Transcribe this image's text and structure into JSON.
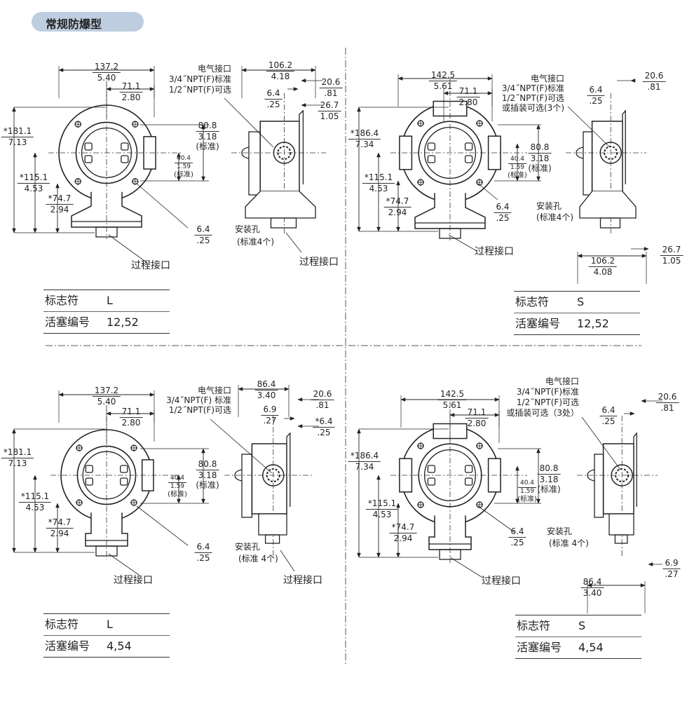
{
  "title": "常规防爆型",
  "panels": [
    {
      "front": {
        "width": "137.2",
        "width_in": "5.40",
        "half": "71.1",
        "half_in": "2.80",
        "h1": "*181.1",
        "h1_in": "7.13",
        "h2": "*115.1",
        "h2_in": "4.53",
        "h3": "*74.7",
        "h3_in": "2.94",
        "bolt": "80.8",
        "bolt_in": "3.18",
        "bolt_note": "(标准)",
        "conn": "40.4",
        "conn_in": "1.59",
        "conn_note": "(标准)",
        "hole": "6.4",
        "hole_in": ".25",
        "hole_label": "安装孔",
        "hole_note": "(标准4个)",
        "process": "过程接口"
      },
      "electrical": [
        "电气接口",
        "3/4˝NPT(F)标准",
        "1/2˝NPT(F)可选"
      ],
      "side": {
        "depth": "106.2",
        "depth_in": "4.18",
        "a": "6.4",
        "a_in": ".25",
        "b": "20.6",
        "b_in": ".81",
        "c": "26.7",
        "c_in": "1.05",
        "process": "过程接口"
      },
      "table": {
        "symbol_label": "标志符",
        "symbol": "L",
        "piston_label": "活塞编号",
        "piston": "12,52"
      }
    },
    {
      "front": {
        "width": "142.5",
        "width_in": "5.61",
        "half": "71.1",
        "half_in": "2.80",
        "h1": "*186.4",
        "h1_in": "7.34",
        "h2": "*115.1",
        "h2_in": "4.53",
        "h3": "*74.7",
        "h3_in": "2.94",
        "bolt": "80.8",
        "bolt_in": "3.18",
        "bolt_note": "(标准)",
        "conn": "40.4",
        "conn_in": "1.59",
        "conn_note": "(标准)",
        "hole": "6.4",
        "hole_in": ".25",
        "hole_label": "安装孔",
        "hole_note": "(标准4个)",
        "process": "过程接口"
      },
      "electrical": [
        "电气接口",
        "3/4˝NPT(F)标准",
        "1/2˝NPT(F)可选",
        "或插装可选(3个)"
      ],
      "side": {
        "a": "6.4",
        "a_in": ".25",
        "b": "20.6",
        "b_in": ".81",
        "c": "26.7",
        "c_in": "1.05",
        "depth": "106.2",
        "depth_in": "4.08"
      },
      "table": {
        "symbol_label": "标志符",
        "symbol": "S",
        "piston_label": "活塞编号",
        "piston": "12,52"
      }
    },
    {
      "front": {
        "width": "137.2",
        "width_in": "5.40",
        "half": "71.1",
        "half_in": "2.80",
        "h1": "*181.1",
        "h1_in": "7.13",
        "h2": "*115.1",
        "h2_in": "4.53",
        "h3": "*74.7",
        "h3_in": "2.94",
        "bolt": "80.8",
        "bolt_in": "3.18",
        "bolt_note": "(标准)",
        "conn": "40.4",
        "conn_in": "1.59",
        "conn_note": "(标准)",
        "hole": "6.4",
        "hole_in": ".25",
        "hole_label": "安装孔",
        "hole_note": "(标准 4个)",
        "process": "过程接口"
      },
      "electrical": [
        "电气接口",
        "3/4˝NPT(F) 标准",
        "1/2˝NPT(F)可选"
      ],
      "side": {
        "depth": "86.4",
        "depth_in": "3.40",
        "a": "6.9",
        "a_in": ".27",
        "b": "20.6",
        "b_in": ".81",
        "c": "*6.4",
        "c_in": ".25",
        "process": "过程接口"
      },
      "table": {
        "symbol_label": "标志符",
        "symbol": "L",
        "piston_label": "活塞编号",
        "piston": "4,54"
      }
    },
    {
      "front": {
        "width": "142.5",
        "width_in": "5.61",
        "half": "71.1",
        "half_in": "2.80",
        "h1": "*186.4",
        "h1_in": "7.34",
        "h2": "*115.1",
        "h2_in": "4.53",
        "h3": "*74.7",
        "h3_in": "2.94",
        "bolt": "80.8",
        "bolt_in": "3.18",
        "bolt_note": "(标准)",
        "conn": "40.4",
        "conn_in": "1.59",
        "conn_note": "(标准)",
        "hole": "6.4",
        "hole_in": ".25",
        "hole_label": "安装孔",
        "hole_note": "(标准 4个)",
        "process": "过程接口"
      },
      "electrical": [
        "电气接口",
        "3/4˝NPT(F)标准",
        "1/2˝NPT(F)可选",
        "或插装可选（3处）"
      ],
      "side": {
        "a": "6.4",
        "a_in": ".25",
        "b": "20.6",
        "b_in": ".81",
        "c": "6.9",
        "c_in": ".27",
        "depth": "86.4",
        "depth_in": "3.40"
      },
      "table": {
        "symbol_label": "标志符",
        "symbol": "S",
        "piston_label": "活塞编号",
        "piston": "4,54"
      }
    }
  ]
}
